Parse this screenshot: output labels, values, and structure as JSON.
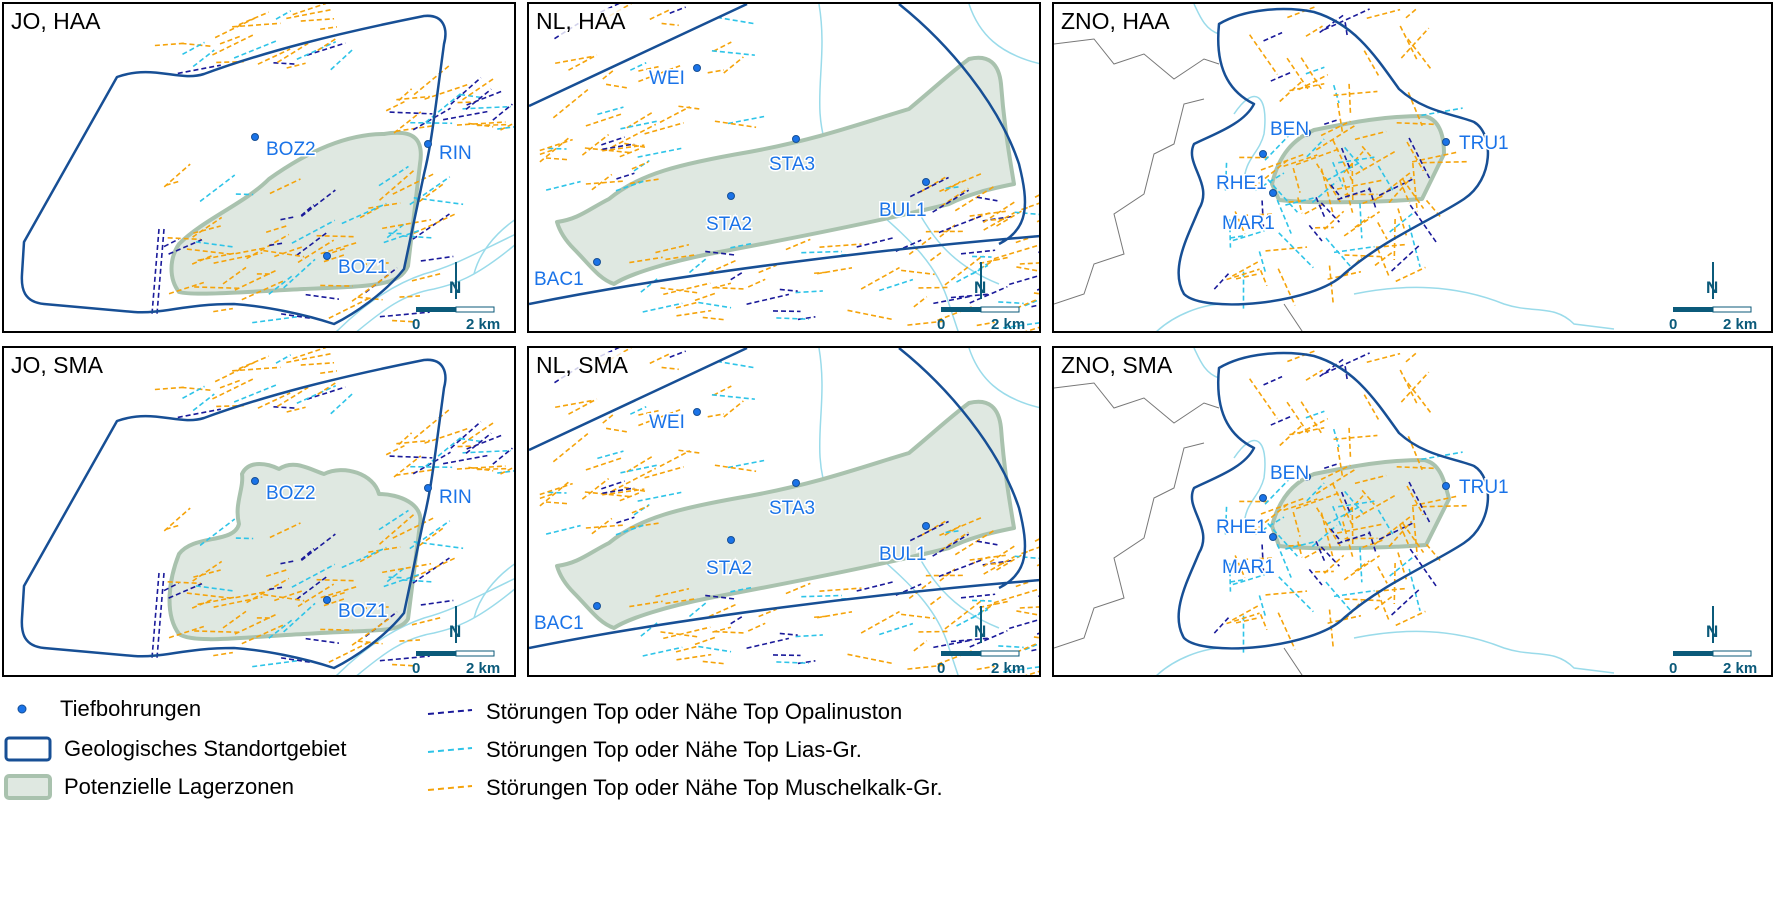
{
  "panels": [
    {
      "title": "JO, HAA",
      "region": "JO",
      "variant": "HAA",
      "wells": [
        "BOZ2",
        "RIN",
        "BOZ1"
      ],
      "scale": {
        "zero": "0",
        "end": "2 km"
      },
      "north": "N"
    },
    {
      "title": "NL, HAA",
      "region": "NL",
      "variant": "HAA",
      "wells": [
        "WEI",
        "STA3",
        "STA2",
        "BUL1",
        "BAC1"
      ],
      "scale": {
        "zero": "0",
        "end": "2 km"
      },
      "north": "N"
    },
    {
      "title": "ZNO, HAA",
      "region": "ZNO",
      "variant": "HAA",
      "wells": [
        "BEN",
        "TRU1",
        "RHE1",
        "MAR1"
      ],
      "scale": {
        "zero": "0",
        "end": "2 km"
      },
      "north": "N"
    },
    {
      "title": "JO, SMA",
      "region": "JO",
      "variant": "SMA",
      "wells": [
        "BOZ2",
        "RIN",
        "BOZ1"
      ],
      "scale": {
        "zero": "0",
        "end": "2 km"
      },
      "north": "N"
    },
    {
      "title": "NL, SMA",
      "region": "NL",
      "variant": "SMA",
      "wells": [
        "WEI",
        "STA3",
        "STA2",
        "BUL1",
        "BAC1"
      ],
      "scale": {
        "zero": "0",
        "end": "2 km"
      },
      "north": "N"
    },
    {
      "title": "ZNO, SMA",
      "region": "ZNO",
      "variant": "SMA",
      "wells": [
        "BEN",
        "TRU1",
        "RHE1",
        "MAR1"
      ],
      "scale": {
        "zero": "0",
        "end": "2 km"
      },
      "north": "N"
    }
  ],
  "legend": {
    "wells": "Tiefbohrungen",
    "site_area": "Geologisches Standortgebiet",
    "zones": "Potenzielle Lagerzonen",
    "fault_opalinus": "Störungen Top oder Nähe Top Opalinuston",
    "fault_lias": "Störungen Top oder Nähe Top Lias-Gr.",
    "fault_muschelkalk": "Störungen Top oder Nähe Top Muschelkalk-Gr."
  },
  "colors": {
    "boundary": "#174f95",
    "zone_fill": "#dfe8e1",
    "zone_stroke": "#a9c2ae",
    "well": "#1a73e8",
    "well_label": "#1a73e8",
    "fault_opalinus": "#1a1a9a",
    "fault_lias": "#2ec4e8",
    "fault_muschelkalk": "#f5a30a",
    "river": "#9adbea",
    "border": "#777777",
    "scale": "#0b5a7a"
  }
}
